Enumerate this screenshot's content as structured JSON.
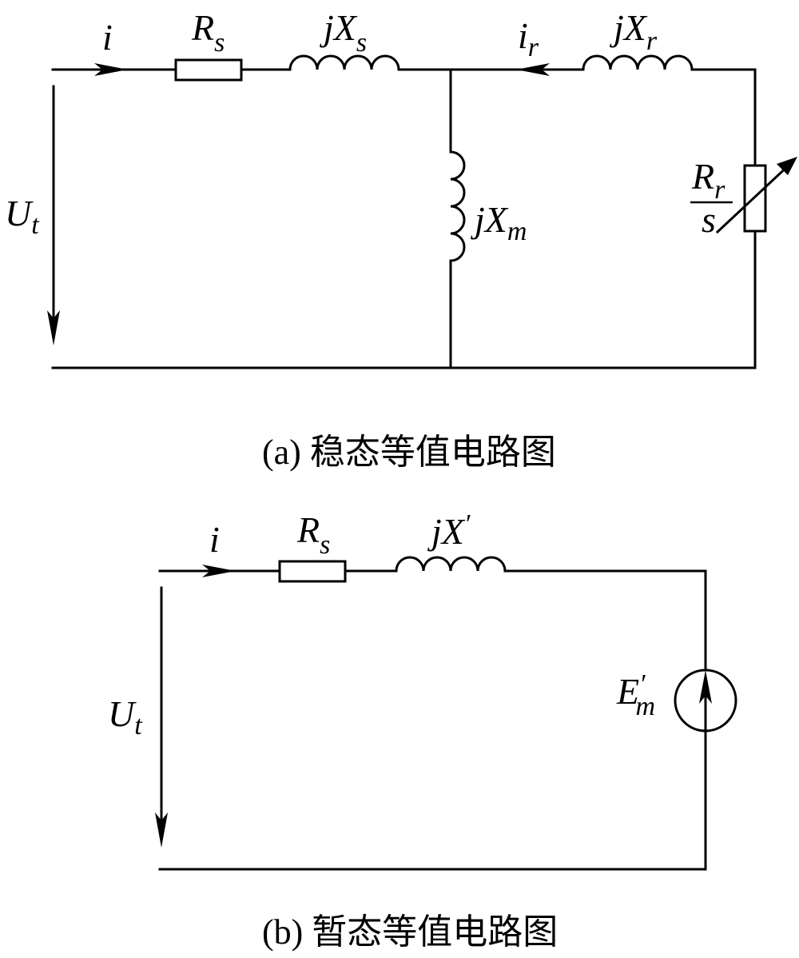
{
  "diagram_a": {
    "caption": "(a) 稳态等值电路图",
    "labels": {
      "i": "i",
      "rs_main": "R",
      "rs_sub": "s",
      "jxs_main": "jX",
      "jxs_sub": "s",
      "ir_main": "i",
      "ir_sub": "r",
      "jxr_main": "jX",
      "jxr_sub": "r",
      "jxm_main": "jX",
      "jxm_sub": "m",
      "rr_num_main": "R",
      "rr_num_sub": "r",
      "rr_den": "s",
      "ut_main": "U",
      "ut_sub": "t"
    }
  },
  "diagram_b": {
    "caption": "(b) 暂态等值电路图",
    "labels": {
      "i": "i",
      "rs_main": "R",
      "rs_sub": "s",
      "jx_main": "jX",
      "jx_prime": "′",
      "em_main": "E",
      "em_prime": "′",
      "em_sub": "m",
      "ut_main": "U",
      "ut_sub": "t"
    }
  }
}
